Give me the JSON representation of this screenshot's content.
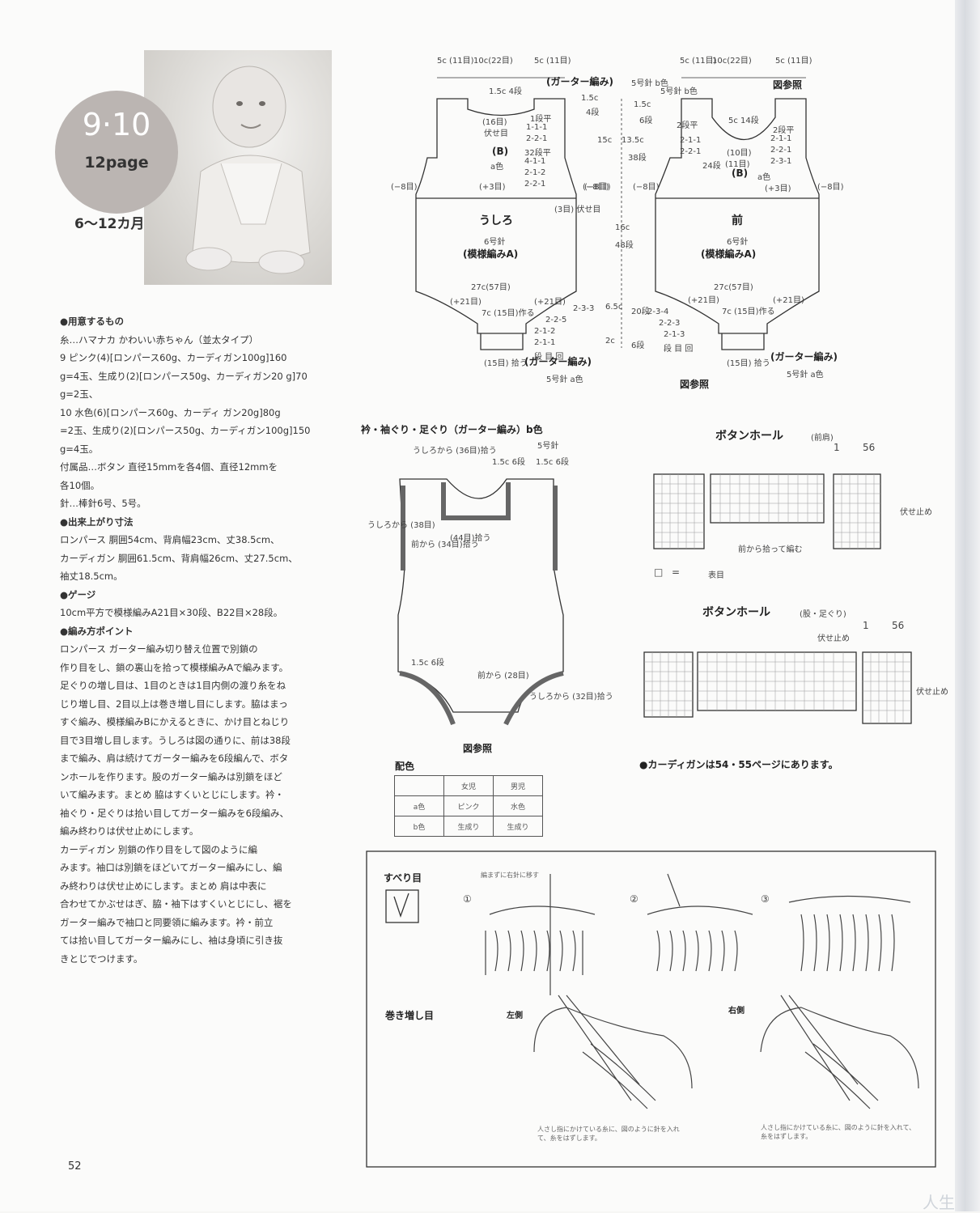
{
  "header": {
    "badge_numbers": "9·10",
    "badge_page": "12page",
    "age": "6〜12カ月"
  },
  "materials": {
    "lines": [
      "●用意するもの",
      "糸…ハマナカ かわいい赤ちゃん（並太タイプ）",
      "9 ピンク(4)[ロンパース60g、カーディガン100g]160",
      "g=4玉、生成り(2)[ロンパース50g、カーディガン20 g]70",
      "g=2玉、",
      "10 水色(6)[ロンパース60g、カーディ ガン20g]80g",
      "=2玉、生成り(2)[ロンパース50g、カーディガン100g]150",
      "g=4玉。",
      "付属品…ボタン 直径15mmを各4個、直径12mmを",
      "各10個。",
      "針…棒針6号、5号。",
      "●出来上がり寸法",
      "ロンパース 胴囲54cm、背肩幅23cm、丈38.5cm、",
      "カーディガン 胴囲61.5cm、背肩幅26cm、丈27.5cm、",
      "袖丈18.5cm。",
      "●ゲージ",
      "10cm平方で模様編みA21目×30段、B22目×28段。",
      "●編み方ポイント",
      "ロンパース ガーター編み切り替え位置で別鎖の",
      "作り目をし、鎖の裏山を拾って模様編みAで編みます。",
      "足ぐりの増し目は、1目のときは1目内側の渡り糸をね",
      "じり増し目、2目以上は巻き増し目にします。脇はまっ",
      "すぐ編み、模様編みBにかえるときに、かけ目とねじり",
      "目で3目増し目します。うしろは図の通りに、前は38段",
      "まで編み、肩は続けてガーター編みを6段編んで、ボタ",
      "ンホールを作ります。股のガーター編みは別鎖をほど",
      "いて編みます。まとめ 脇はすくいとじにします。衿・",
      "袖ぐり・足ぐりは拾い目してガーター編みを6段編み、",
      "編み終わりは伏せ止めにします。",
      "カーディガン 別鎖の作り目をして図のように編",
      "みます。袖口は別鎖をほどいてガーター編みにし、編",
      "み終わりは伏せ止めにします。まとめ 肩は中表に",
      "合わせてかぶせはぎ、脇・袖下はすくいとじにし、裾を",
      "ガーター編みで袖口と同要領に編みます。衿・前立",
      "ては拾い目してガーター編みにし、袖は身頃に引き抜",
      "きとじでつけます。"
    ]
  },
  "back_diagram": {
    "top_dims": [
      "5c (11目)",
      "10c(22目)",
      "5c (11目)"
    ],
    "neck": "1.5c 4段",
    "garter_label": "(ガーター編み)",
    "garter_rows": "5号針 b色",
    "shoulder_counts": [
      "(16目)",
      "伏せ目"
    ],
    "armhole_decreases": [
      "1段平",
      "1-1-1",
      "2-2-1"
    ],
    "pattern_label": "(B)",
    "pattern_color": "a色",
    "increase_rows": [
      "32段平",
      "4-1-1",
      "2-1-2",
      "2-2-1"
    ],
    "side_dec": "(−8目)",
    "side_inc": "(+3目)",
    "side_dec_right": "(−8目)",
    "inc_3": "(3目) 伏せ目",
    "title": "うしろ",
    "needle": "6号針",
    "pattern_a": "(模様編みA)",
    "bottom_width": "27c(57目)",
    "leg_inc": "(+21目)",
    "leg_inc_right": "(+21目)",
    "crotch_width": "7c (15目)作る",
    "leg_rows": [
      "2-3-3",
      "2-2-5",
      "2-1-2",
      "2-1-1",
      "段 目 回"
    ],
    "crotch_bottom": "(15目) 拾う",
    "garter_bottom": "(ガーター編み)",
    "garter_bottom_rows": "5号針 a色"
  },
  "side_dims": {
    "a": "1.5c",
    "b": "15c",
    "c": "13.5c",
    "d": "16c",
    "e": "6.5c",
    "f": "2c",
    "rows_a": "4段",
    "rows_b": "6段",
    "rows_c": "38段",
    "rows_d": "48段",
    "rows_e": "20段",
    "rows_f": "6段",
    "minus8": "(−8目)"
  },
  "front_diagram": {
    "top_dims": [
      "5c (11目)",
      "10c(22目)",
      "5c (11目)"
    ],
    "ref": "図参照",
    "garter_rows": "5号針 b色",
    "neck": "5c 14段",
    "shoulder_rows": "(10目)",
    "shoulder_rows2": "(11目)",
    "armhole_decreases": [
      "2段平",
      "2-1-1",
      "2-2-1",
      "2-3-1"
    ],
    "left_rows": [
      "2段平",
      "2-1-1",
      "2-2-1"
    ],
    "pattern_label": "(B)",
    "pattern_color": "a色",
    "left_count": "24段",
    "side_dec": "(−8目)",
    "side_inc": "(+3目)",
    "title": "前",
    "needle": "6号針",
    "pattern_a": "(模様編みA)",
    "bottom_width": "27c(57目)",
    "leg_inc": "(+21目)",
    "leg_inc_right": "(+21目)",
    "crotch_width": "7c (15目)作る",
    "leg_rows": [
      "2-3-4",
      "2-2-3",
      "2-1-3",
      "段 目 回"
    ],
    "crotch_bottom": "(15目) 拾う",
    "garter_bottom": "(ガーター編み)",
    "garter_bottom_rows": "5号針 a色",
    "ref_bottom": "図参照"
  },
  "edging_diagram": {
    "title": "衿・袖ぐり・足ぐり（ガーター編み）b色",
    "back_pickup": "うしろから (36目)拾う",
    "rows_5": "5号針",
    "neck_a": "1.5c 6段",
    "neck_b": "1.5c 6段",
    "armhole_pickup": "うしろから (38目)",
    "front_pickup": "前から (34目)拾う",
    "front_neck": "(44目)拾う",
    "leg_rows": "1.5c 6段",
    "leg_front": "前から (28目)",
    "leg_back": "うしろから (32目)拾う",
    "ref": "図参照"
  },
  "color_scheme": {
    "title": "配色",
    "headers": [
      "",
      "女児",
      "男児"
    ],
    "rows": [
      [
        "a色",
        "ピンク",
        "水色"
      ],
      [
        "b色",
        "生成り",
        "生成り"
      ]
    ]
  },
  "buttonhole_shoulder": {
    "title": "ボタンホール",
    "subtitle": "(前肩)",
    "num1": "1",
    "num56": "56",
    "note": "前から拾って編む",
    "bind": "伏せ止め",
    "legend_box": "□",
    "legend_eq": "=",
    "legend_text": "表目"
  },
  "buttonhole_crotch": {
    "title": "ボタンホール",
    "subtitle": "(股・足ぐり)",
    "num1": "1",
    "num56": "56",
    "bind_top": "伏せ止め",
    "bind": "伏せ止め"
  },
  "cardigan_note": "●カーディガンは54・55ページにあります。",
  "technique": {
    "slip_title": "すべり目",
    "slip_steps": [
      "①",
      "②",
      "③"
    ],
    "slip_note": "編まずに右針に移す",
    "cast_on_title": "巻き増し目",
    "left": "左側",
    "right": "右側",
    "caption_left": "人さし指にかけている糸に、図のように針を入れて、糸をはずします。",
    "caption_right": "人さし指にかけている糸に、図のように針を入れて、糸をはずします。"
  },
  "page_number": "52",
  "watermark": "人生"
}
